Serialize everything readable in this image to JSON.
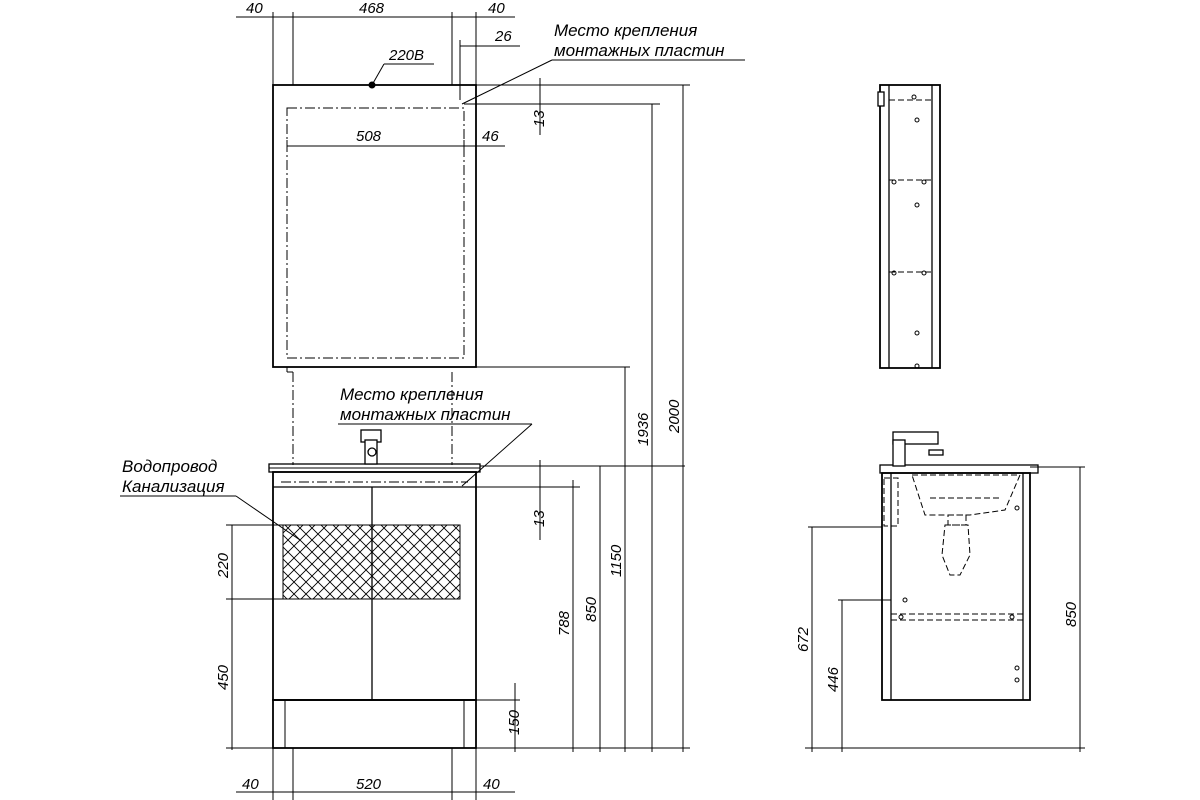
{
  "front_view": {
    "mirror": {
      "width_dims": [
        "40",
        "468",
        "40"
      ],
      "offset_dim": "26",
      "inner_width": "508",
      "side_dim": "46",
      "top_offset": "13",
      "power_label": "220В",
      "mount_note": [
        "Место крепления",
        "монтажных пластин"
      ]
    },
    "cabinet": {
      "mount_note": [
        "Место крепления",
        "монтажных пластин"
      ],
      "utilities_note": [
        "Водопровод",
        "Канализация"
      ],
      "top_offset": "13",
      "zone_height": "220",
      "lower_height": "450",
      "leg_height": "150",
      "bottom_dims": [
        "40",
        "520",
        "40"
      ]
    },
    "heights": [
      "788",
      "850",
      "1150",
      "1936",
      "2000"
    ]
  },
  "side_view": {
    "heights": [
      "672",
      "446",
      "850"
    ]
  }
}
